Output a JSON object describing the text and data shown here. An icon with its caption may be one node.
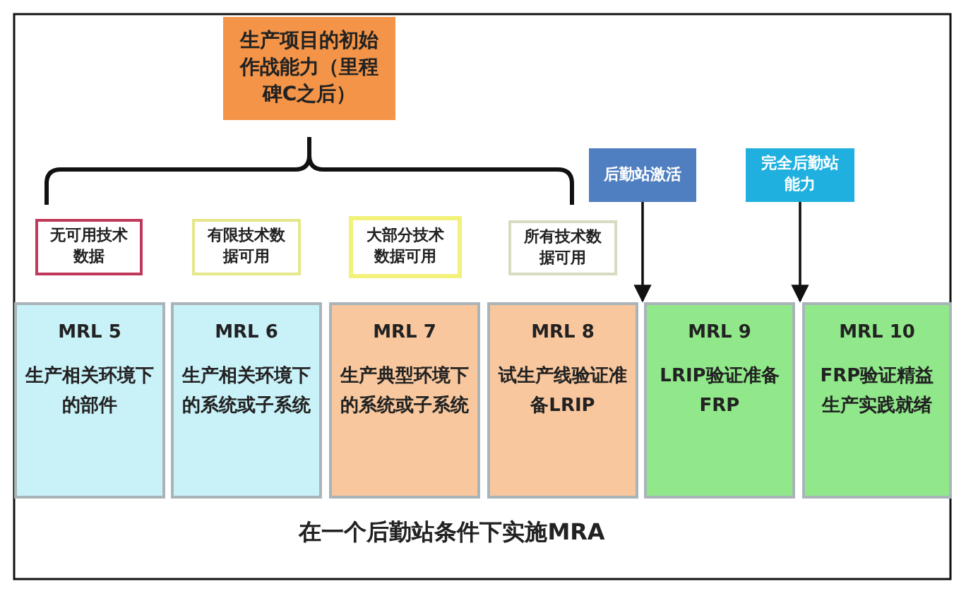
{
  "diagram": {
    "nodes": [
      {
        "text": [
          "生产项目的初始作战能力（里程碑C之后）"
        ]
      },
      {
        "text": [
          "无可用技术数据"
        ]
      },
      {
        "text": [
          "有限技术数据可用"
        ]
      },
      {
        "text": [
          "大部分技术数据可用"
        ]
      },
      {
        "text": [
          "所有技术数据可用"
        ]
      },
      {
        "text": [
          "后勤站激活"
        ]
      },
      {
        "text": [
          "完全后勤站能力"
        ]
      },
      {
        "text": [
          "MRL 5",
          "生产相关环境下的部件"
        ]
      },
      {
        "text": [
          "MRL 6",
          "生产相关环境下的系统或子系统"
        ]
      },
      {
        "text": [
          "MRL 7",
          "生产典型环境下的系统或子系统"
        ]
      },
      {
        "text": [
          "MRL 8",
          "试生产线验证准备LRIP"
        ]
      },
      {
        "text": [
          "MRL 9",
          "LRIP验证准备FRP"
        ]
      },
      {
        "text": [
          "MRL 10",
          "FRP验证精益生产实践就绪"
        ]
      }
    ],
    "edges": [
      {
        "from": 5,
        "to": 11,
        "arrow": "to"
      },
      {
        "from": 6,
        "to": 12,
        "arrow": "to"
      }
    ],
    "labels": [
      "在一个后勤站条件下实施MRA"
    ]
  }
}
